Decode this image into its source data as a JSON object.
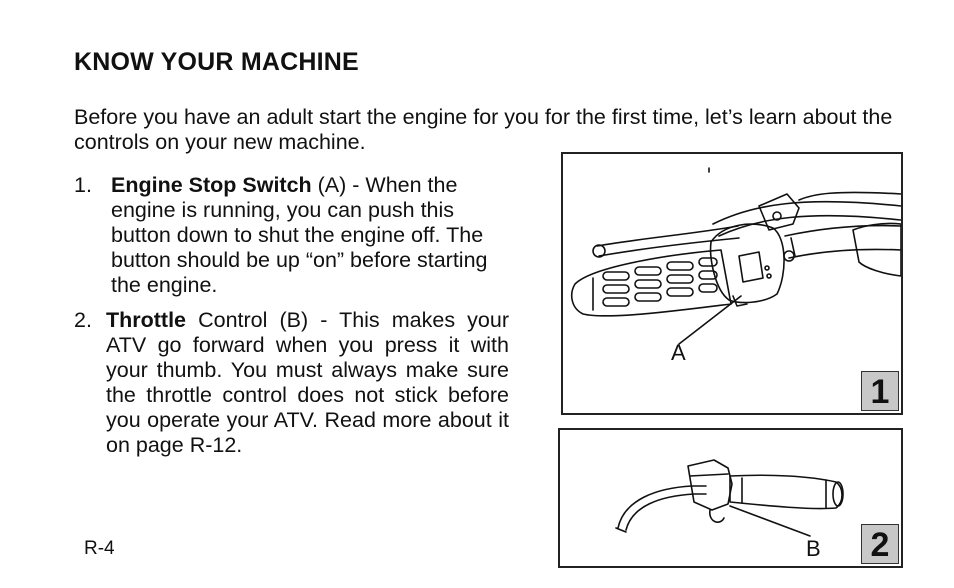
{
  "heading": "KNOW YOUR MACHINE",
  "intro": "Before you have an adult start the engine for you for the first time, let’s learn about the controls on your new machine.",
  "items": [
    {
      "number": "1.",
      "bold": "Engine Stop Switch",
      "text": " (A) - When the engine is running, you can push this button down to shut the engine off. The button should be up “on” before starting the engine."
    },
    {
      "number": "2.",
      "bold": "Throttle",
      "text": " Control (B) - This makes your ATV go forward when you press it with your thumb.  You must always make sure the throttle control does not stick before you operate your ATV.  Read more about it on page R-12."
    }
  ],
  "figures": [
    {
      "number": "1",
      "callout": "A",
      "icon": "handlebar-engine-stop-switch-illustration"
    },
    {
      "number": "2",
      "callout": "B",
      "icon": "handlebar-throttle-illustration"
    }
  ],
  "page_number": "R-4"
}
